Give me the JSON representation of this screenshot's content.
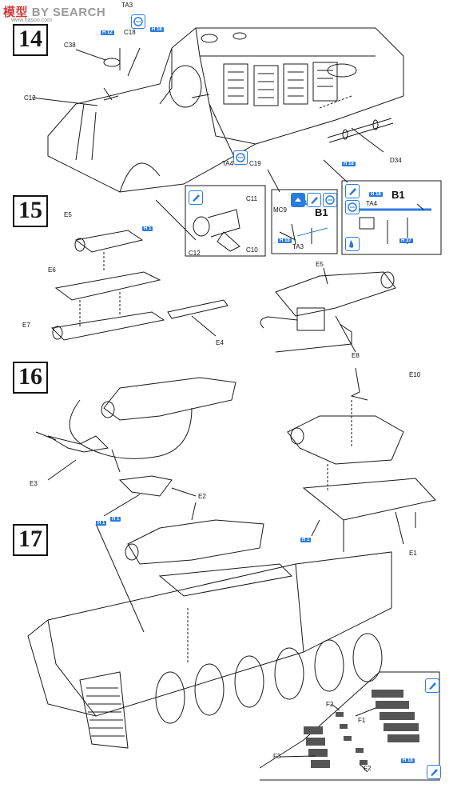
{
  "watermark": {
    "brand_cn": "模型",
    "brand_en": "BY SEARCH",
    "url": "www.hasoo.com"
  },
  "steps": [
    {
      "number": "14"
    },
    {
      "number": "15"
    },
    {
      "number": "16"
    },
    {
      "number": "17"
    }
  ],
  "parts": {
    "ta3_top": "TA3",
    "c18": "C18",
    "c38": "C38",
    "c12": "C12",
    "c19": "C19",
    "ta4_left": "TA4",
    "d34": "D34",
    "c11": "C11",
    "c12_inset": "C12",
    "c10": "C10",
    "mc9": "MC9",
    "b1_mid": "B1",
    "ta3_mid": "TA3",
    "b1_right": "B1",
    "ta4_right": "TA4",
    "e5_top": "E5",
    "e6": "E6",
    "e7": "E7",
    "e4": "E4",
    "e5_right": "E5",
    "e8": "E8",
    "e10": "E10",
    "e3": "E3",
    "e2": "E2",
    "e1": "E1",
    "f2_top": "F2",
    "f1": "F1",
    "f3": "F3",
    "f2_bottom": "F2"
  },
  "paint_badges": {
    "b1": "H 12",
    "b2": "H 18",
    "b3": "H 18",
    "b4": "H 1",
    "b5": "H 18",
    "b6": "H 1",
    "b7": "H 1",
    "b8": "H 1",
    "b9": "H 18",
    "b10": "H 37",
    "b11": "H 18",
    "b12": "H 18"
  },
  "icons": {
    "cement": "cement-icon",
    "paint": "paint-icon",
    "option": "option-icon"
  },
  "colors": {
    "line": "#1a1a1a",
    "accent_blue": "#2a7be0",
    "watermark_red": "#d23c3c"
  }
}
